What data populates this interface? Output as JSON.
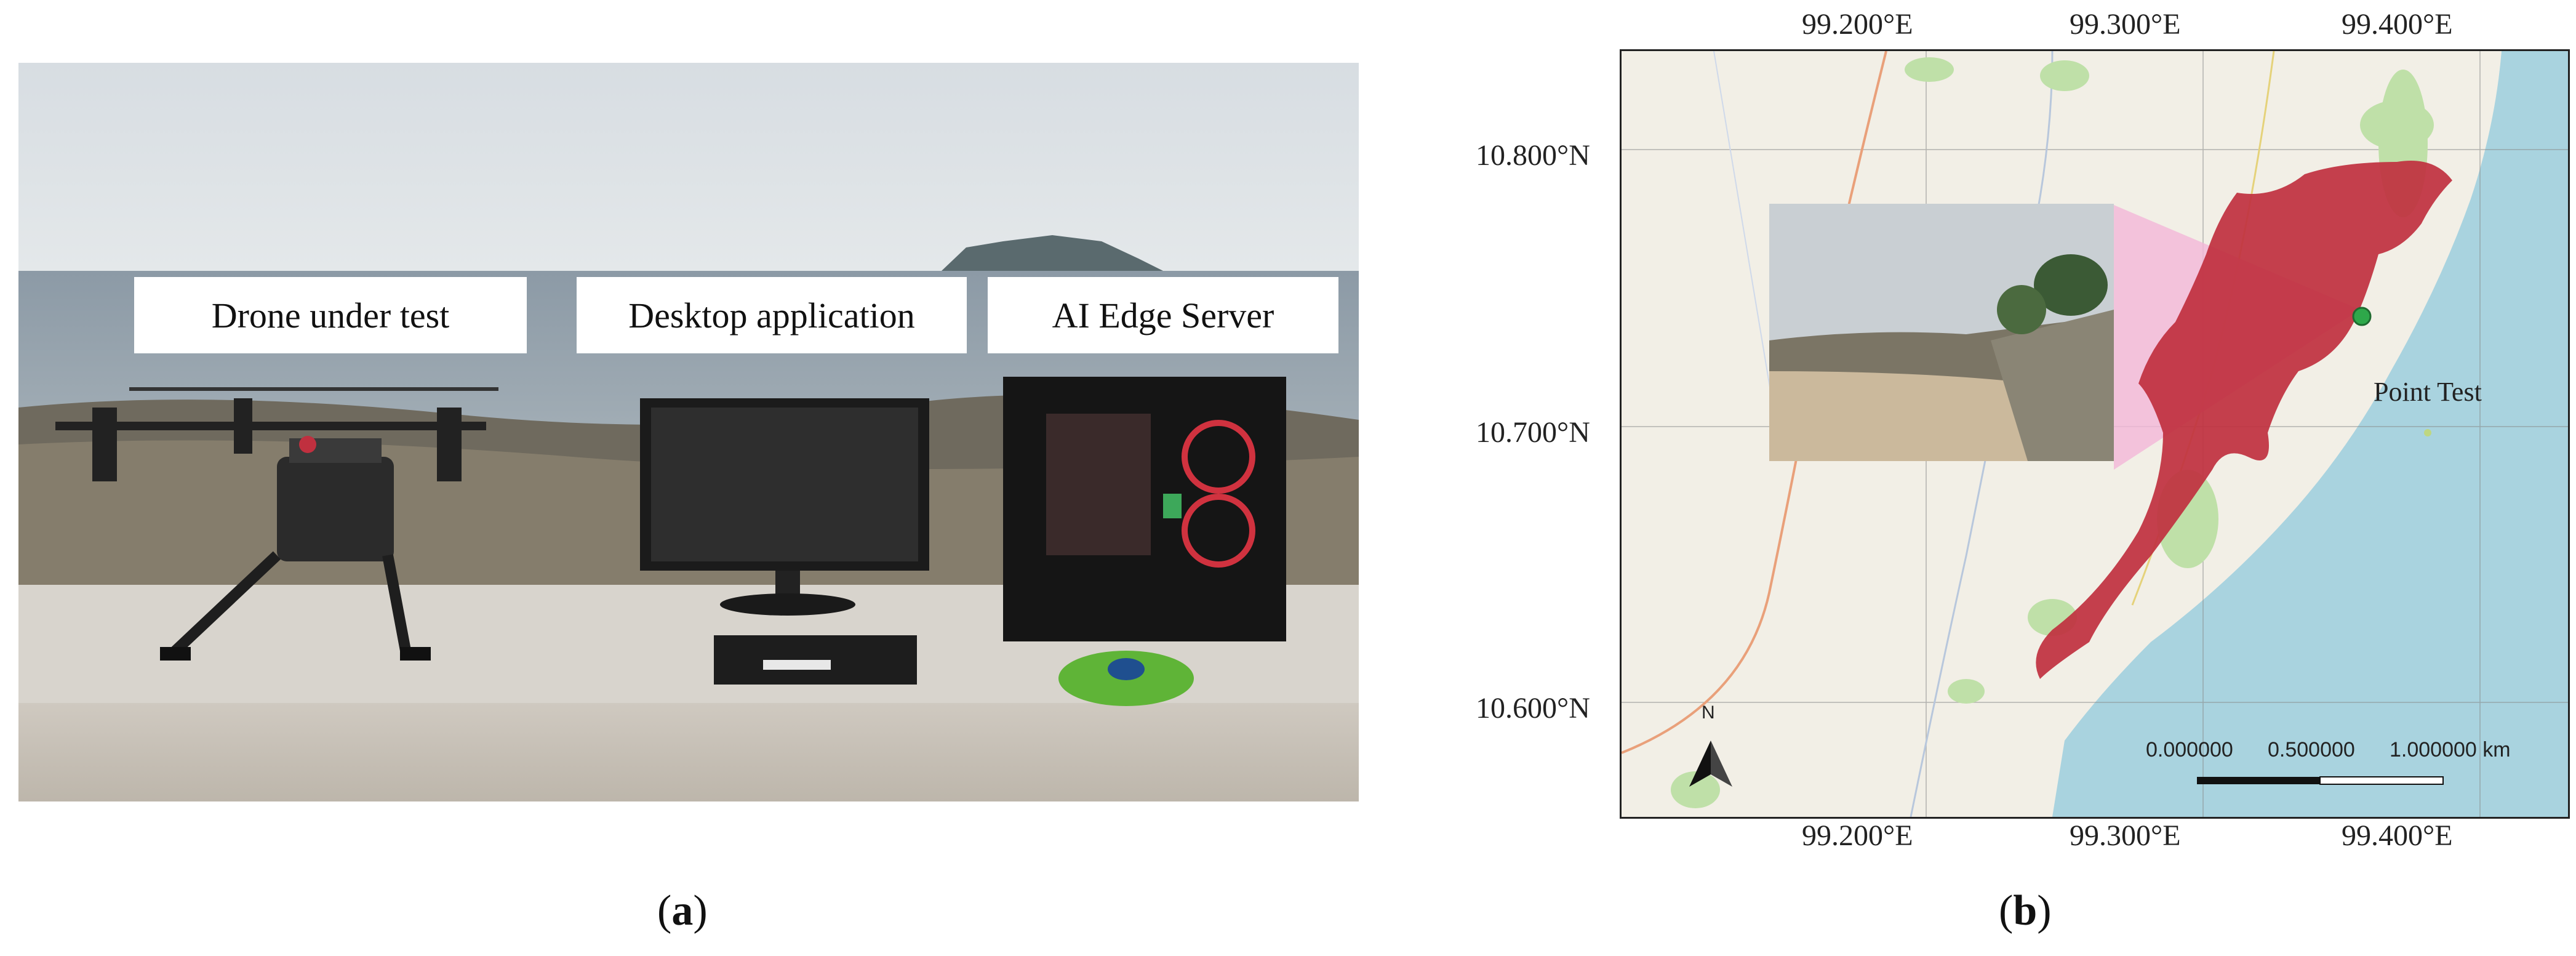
{
  "panel_a": {
    "labels": {
      "drone": "Drone under test",
      "desktop": "Desktop application",
      "server": "AI Edge Server"
    },
    "caption": {
      "open": "(",
      "letter": "a",
      "close": ")"
    }
  },
  "panel_b": {
    "top_lon_labels": [
      "99.200°E",
      "99.300°E",
      "99.400°E"
    ],
    "bottom_lon_labels": [
      "99.200°E",
      "99.300°E",
      "99.400°E"
    ],
    "lat_labels": [
      "10.800°N",
      "10.700°N",
      "10.600°N"
    ],
    "point_label": "Point Test",
    "north_label": "N",
    "scale": {
      "v0": "0.000000",
      "v1": "0.500000",
      "v2": "1.000000 km"
    },
    "caption": {
      "open": "(",
      "letter": "b",
      "close": ")"
    },
    "colors": {
      "sea": "#a9d3df",
      "land": "#f2efe6",
      "area": "#c0303f",
      "fov": "#f3b6d8",
      "point": "#2ea84a"
    }
  }
}
